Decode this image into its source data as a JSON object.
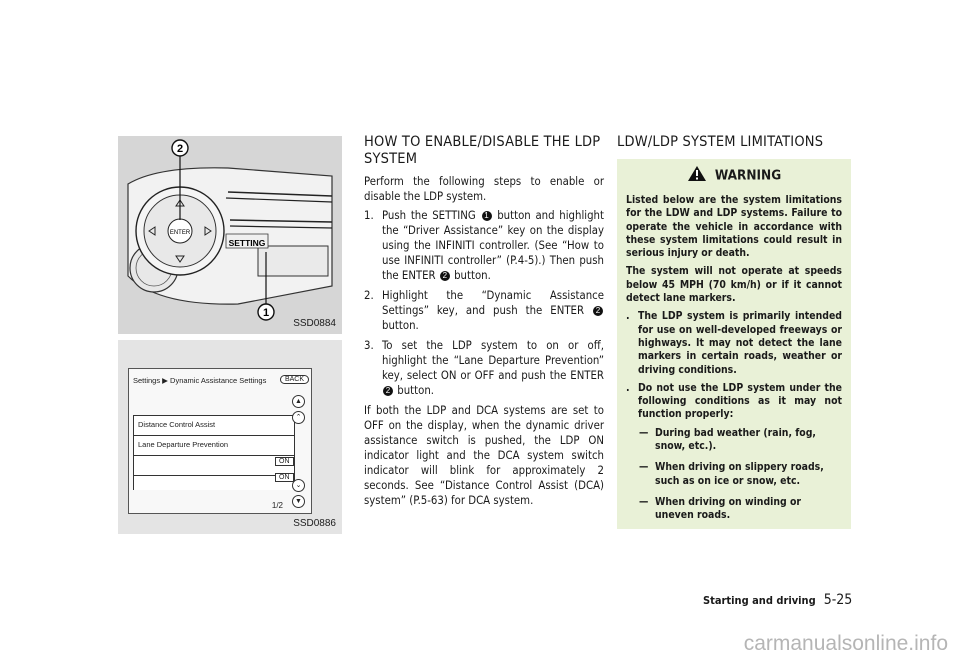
{
  "figure1": {
    "caption": "SSD0884",
    "labels": {
      "setting": "SETTING",
      "enter": "ENTER"
    },
    "callouts": [
      "2",
      "1"
    ]
  },
  "figure2": {
    "caption": "SSD0886",
    "breadcrumb": "Settings ▶ Dynamic Assistance Settings",
    "back": "BACK",
    "rows": [
      {
        "label": "Distance Control Assist",
        "state": "ON"
      },
      {
        "label": "Lane Departure Prevention",
        "state": "ON"
      }
    ],
    "page": "1/2"
  },
  "section1": {
    "heading": "HOW TO ENABLE/DISABLE THE LDP SYSTEM",
    "intro": "Perform the following steps to enable or disable the LDP system.",
    "steps": [
      {
        "num": "1.",
        "a": "Push the SETTING",
        "c1": "1",
        "b": "button and highlight the “Driver Assistance” key on the display using the INFINITI controller. (See “How to use INFINITI controller” (P.4-5).) Then push the ENTER",
        "c2": "2",
        "e": "button."
      },
      {
        "num": "2.",
        "a": "Highlight the “Dynamic Assistance Settings” key, and push the ENTER",
        "c1": "2",
        "b": "button."
      },
      {
        "num": "3.",
        "a": "To set the LDP system to on or off, highlight the “Lane Departure Prevention” key, select ON or OFF and push the ENTER",
        "c1": "2",
        "b": "button."
      }
    ],
    "outro": "If both the LDP and DCA systems are set to OFF on the display, when the dynamic driver assistance switch is pushed, the LDP ON indicator light and the DCA system switch indicator will blink for approximately 2 seconds. See “Distance Control Assist (DCA) system” (P.5-63) for DCA system."
  },
  "section2": {
    "heading": "LDW/LDP SYSTEM LIMITATIONS",
    "warning_title": "WARNING",
    "p1": "Listed below are the system limitations for the LDW and LDP systems. Failure to operate the vehicle in accordance with these system limitations could result in serious injury or death.",
    "p2": "The system will not operate at speeds below 45 MPH (70 km/h) or if it cannot detect lane markers.",
    "bullet_mark": ".",
    "dash_mark": "—",
    "bullets": [
      "The LDP system is primarily intended for use on well-developed freeways or highways. It may not detect the lane markers in certain roads, weather or driving conditions.",
      "Do not use the LDP system under the following conditions as it may not function properly:"
    ],
    "sub": [
      "During bad weather (rain, fog, snow, etc.).",
      "When driving on slippery roads, such as on ice or snow, etc.",
      "When driving on winding or uneven roads."
    ]
  },
  "footer": {
    "section": "Starting and driving",
    "page": "5-25"
  },
  "watermark": "carmanualsonline.info"
}
